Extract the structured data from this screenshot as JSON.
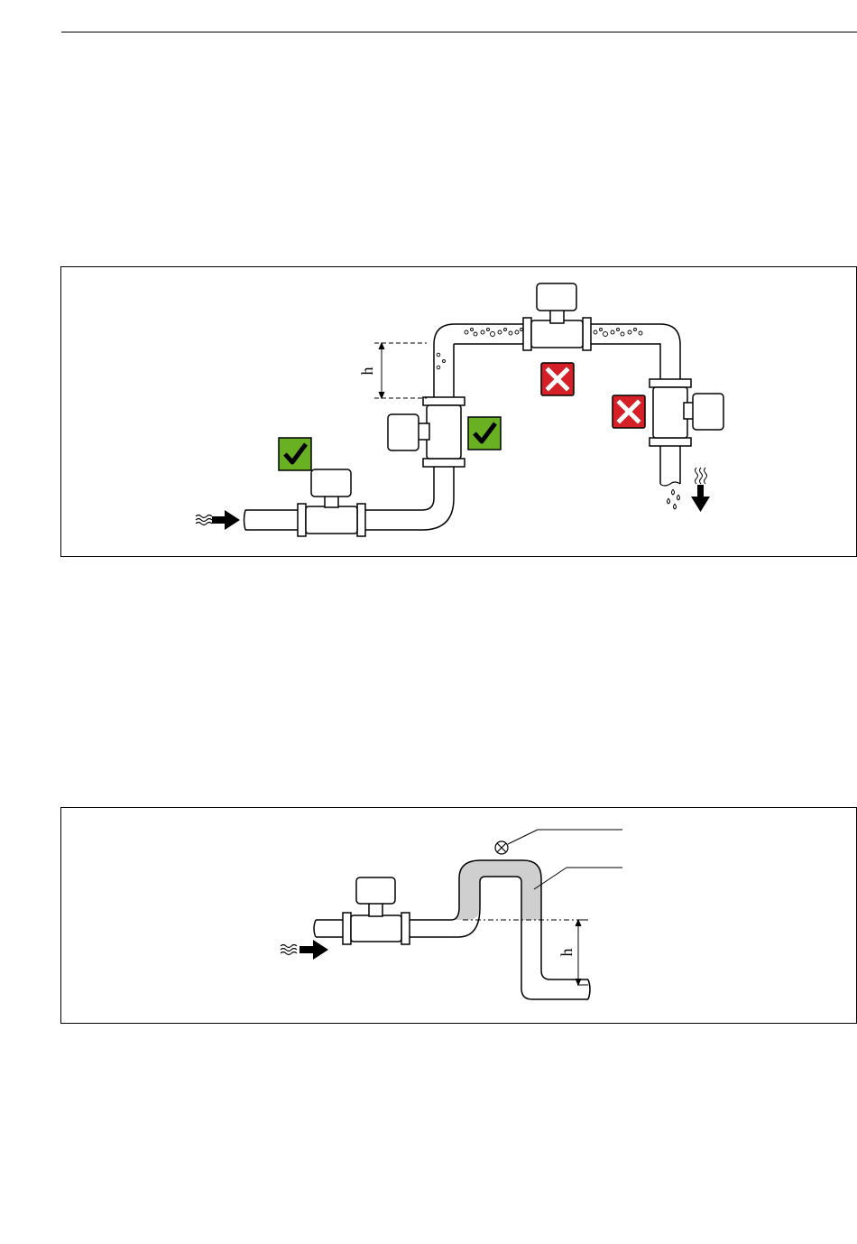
{
  "figures": [
    {
      "height_label": "h",
      "badges": [
        "check",
        "check",
        "cross",
        "cross"
      ]
    },
    {
      "height_label": "h"
    }
  ],
  "colors": {
    "check_badge": "#6ab023",
    "cross_badge": "#d62027",
    "filled_pipe": "#cfcfcf",
    "line": "#000000"
  }
}
